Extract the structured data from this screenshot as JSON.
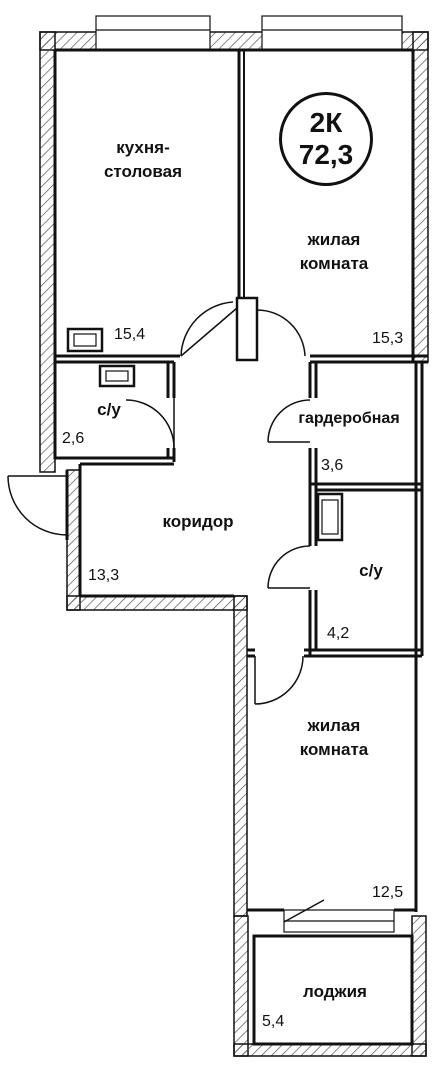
{
  "flat_badge": {
    "type": "2К",
    "total_area": "72,3"
  },
  "rooms": [
    {
      "id": "kitchen",
      "name": "кухня-\nстоловая",
      "area": "15,4"
    },
    {
      "id": "living1",
      "name": "жилая\nкомната",
      "area": "15,3"
    },
    {
      "id": "bath1",
      "name": "с/у",
      "area": "2,6"
    },
    {
      "id": "wardrobe",
      "name": "гардеробная",
      "area": "3,6"
    },
    {
      "id": "corridor",
      "name": "коридор",
      "area": "13,3"
    },
    {
      "id": "bath2",
      "name": "с/у",
      "area": "4,2"
    },
    {
      "id": "living2",
      "name": "жилая\nкомната",
      "area": "12,5"
    },
    {
      "id": "loggia",
      "name": "лоджия",
      "area": "5,4"
    }
  ],
  "colors": {
    "wall": "#111111",
    "hatch": "#555555",
    "background": "#ffffff"
  }
}
